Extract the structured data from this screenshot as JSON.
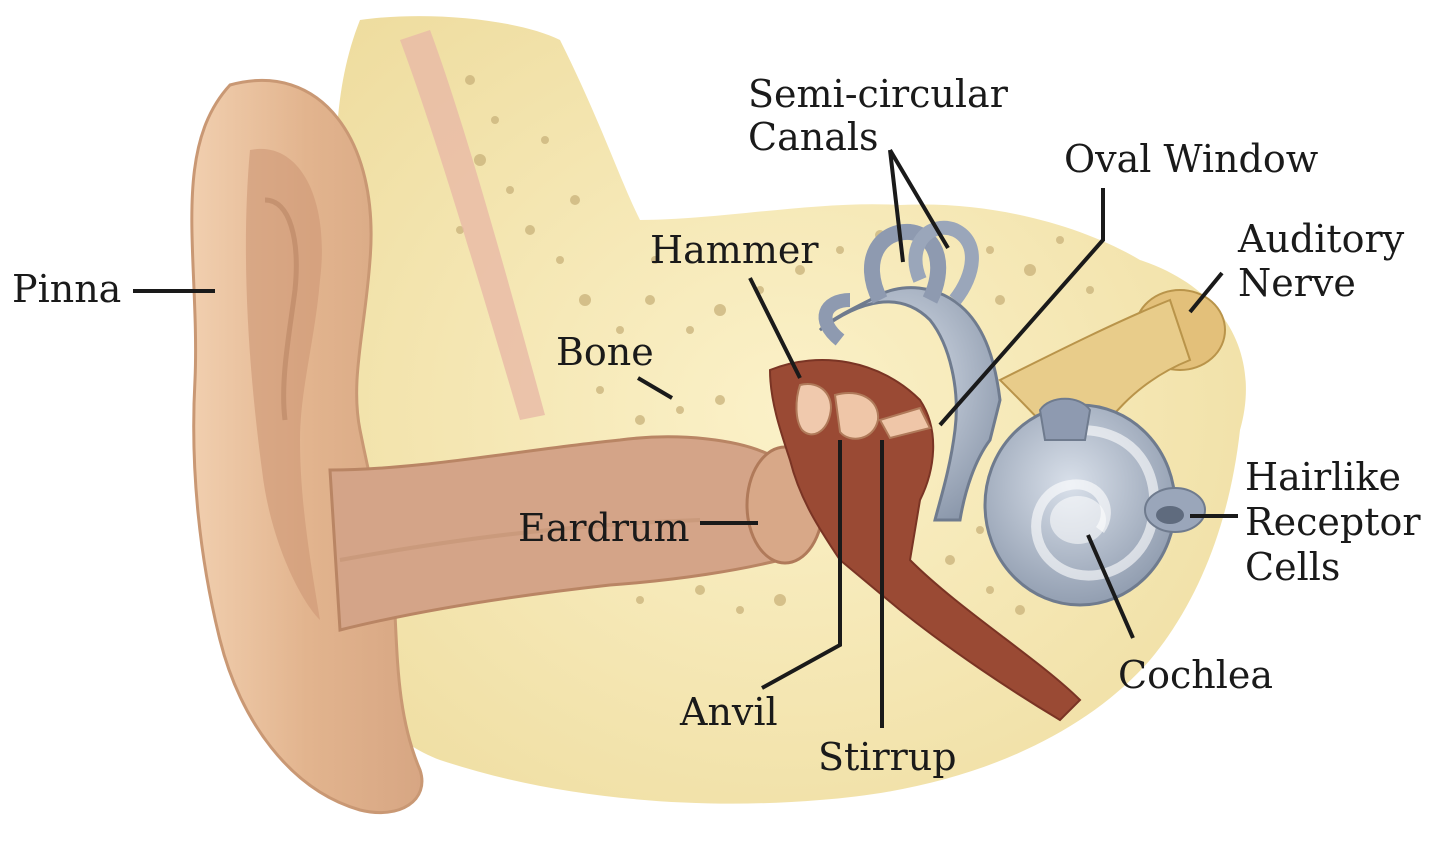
{
  "labels": {
    "pinna": "Pinna",
    "semicircular_line1": "Semi-circular",
    "semicircular_line2": "Canals",
    "oval_window": "Oval Window",
    "hammer": "Hammer",
    "auditory_line1": "Auditory",
    "auditory_line2": "Nerve",
    "bone": "Bone",
    "eardrum": "Eardrum",
    "hairlike_line1": "Hairlike",
    "hairlike_line2": "Receptor",
    "hairlike_line3": "Cells",
    "cochlea": "Cochlea",
    "anvil": "Anvil",
    "stirrup": "Stirrup"
  },
  "colors": {
    "skin": "#e8c09a",
    "skin_dark": "#c99874",
    "skin_light": "#f3d7b8",
    "bone": "#f6e9b8",
    "bone_pore": "#c9b27a",
    "canal": "#d3a68a",
    "middle_ear": "#9a4a34",
    "inner_ear": "#a9b4c4",
    "inner_ear_dark": "#7f8ca0",
    "nerve": "#e3c07a",
    "leader": "#1a1a1a"
  }
}
